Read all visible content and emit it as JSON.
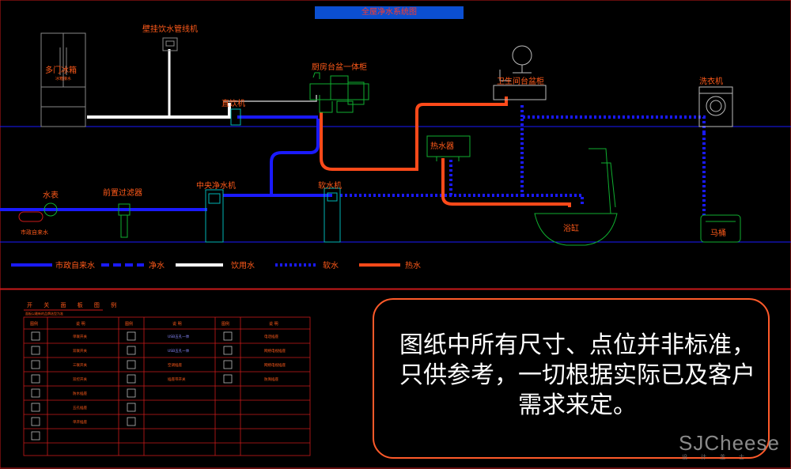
{
  "title": "全屋净水系统图",
  "devices": {
    "fridge": "多门冰箱",
    "fridge_sub": "冰箱接水",
    "wall_dispenser": "壁挂饮水管线机",
    "kitchen_cabinet": "厨房台盆一体柜",
    "direct_drink": "直饮机",
    "bathroom_cabinet": "卫生间台盆柜",
    "washer": "洗衣机",
    "water_heater": "热水器",
    "water_meter": "水表",
    "city_water": "市政自来水",
    "prefilter": "前置过滤器",
    "central_purifier": "中央净水机",
    "softener": "软水机",
    "bathtub": "浴缸",
    "toilet": "马桶"
  },
  "legend": [
    {
      "label": "市政自来水",
      "color": "#1a1aff",
      "style": "solid"
    },
    {
      "label": "净水",
      "color": "#1a1aff",
      "style": "dash"
    },
    {
      "label": "饮用水",
      "color": "#ffffff",
      "style": "solid"
    },
    {
      "label": "软水",
      "color": "#1a1aff",
      "style": "dot"
    },
    {
      "label": "热水",
      "color": "#ff4a1a",
      "style": "solid"
    }
  ],
  "switch_table": {
    "title": "开 关 面 板 图 例",
    "subtitle": "面板以最新的品牌选型为准",
    "headers": [
      "图例",
      "说 明",
      "图例",
      "说 明",
      "图例",
      "说 明"
    ],
    "cells": [
      [
        "单联开关",
        "USB五孔一体",
        "电话插座"
      ],
      [
        "双联开关",
        "USB五孔一体",
        "网络电视插座"
      ],
      [
        "三联开关",
        "空调插座",
        "网络电视插座"
      ],
      [
        "双控开关",
        "插座带开关",
        "防溅插座"
      ],
      [
        "防水插座",
        "",
        ""
      ],
      [
        "五孔插座",
        "",
        ""
      ],
      [
        "单开插座",
        "",
        ""
      ]
    ],
    "middle_labels": [
      "USB五孔一体",
      "USB五孔一体"
    ]
  },
  "note": "图纸中所有尺寸、点位并非标准，只供参考，一切根据实际已及客户需求来定。",
  "brand": "SJCheese",
  "brand_sub": "设计芝士",
  "colors": {
    "city": "#1a1aff",
    "purified": "#1a1aff",
    "drinking": "#ffffff",
    "soft": "#1a1aff",
    "hot": "#ff4a1a",
    "line": "#00c8c8",
    "label": "#ff5a1a",
    "table": "#c01010"
  }
}
